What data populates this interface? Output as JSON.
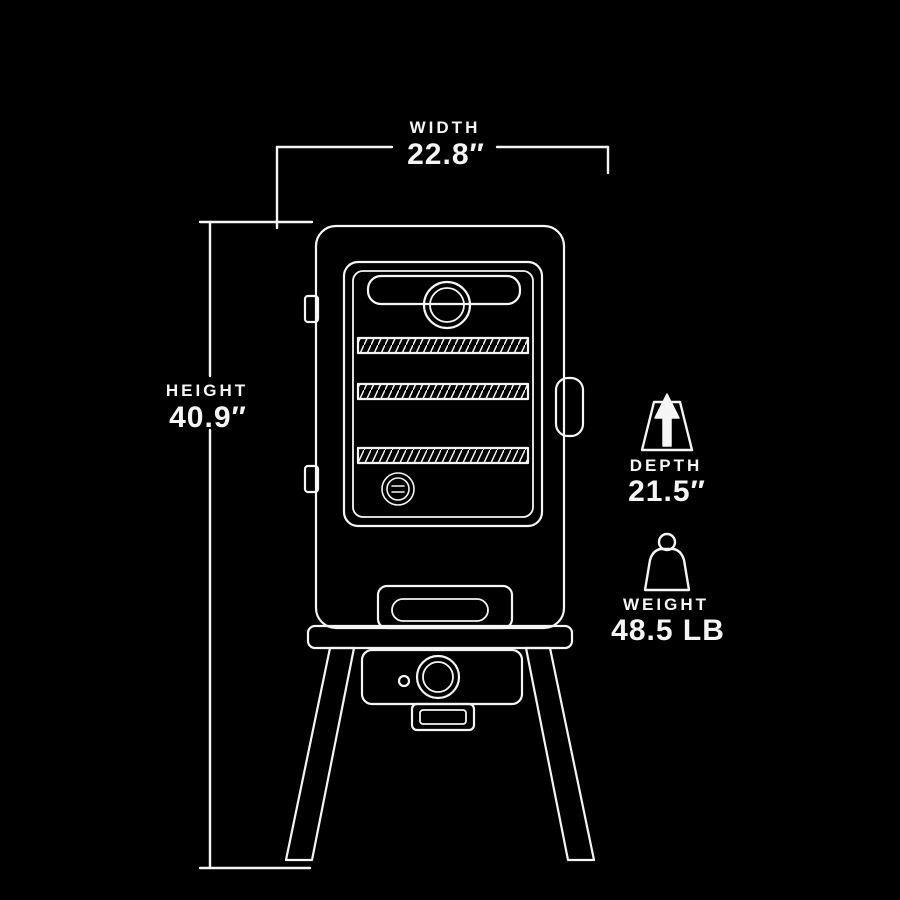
{
  "page": {
    "background_color": "#000000",
    "line_color": "#f5f5f5",
    "description": "Vertical smoker product dimensions diagram"
  },
  "dimensions": {
    "width": {
      "label": "WIDTH",
      "value": "22.8″"
    },
    "height": {
      "label": "HEIGHT",
      "value": "40.9″"
    },
    "depth": {
      "label": "DEPTH",
      "value": "21.5″"
    },
    "weight": {
      "label": "WEIGHT",
      "value": "48.5 LB"
    }
  },
  "icons": {
    "depth_icon": "depth-arrow-icon",
    "weight_icon": "kettlebell-weight-icon"
  }
}
